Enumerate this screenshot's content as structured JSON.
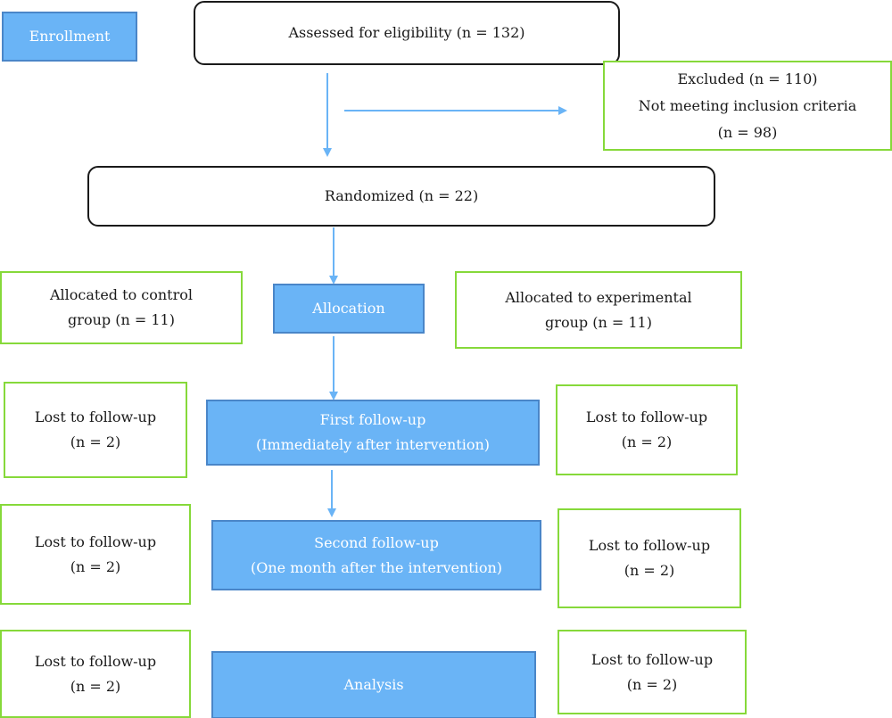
{
  "stages": {
    "enrollment": "Enrollment",
    "allocation": "Allocation",
    "first_follow_up": [
      "First follow-up",
      "(Immediately after intervention)"
    ],
    "second_follow_up": [
      "Second follow-up",
      "(One month after the intervention)"
    ],
    "analysis": "Analysis"
  },
  "assessed": "Assessed for eligibility (n = 132)",
  "excluded": [
    "Excluded (n = 110)",
    "Not meeting inclusion criteria",
    "(n = 98)"
  ],
  "randomized": "Randomized (n = 22)",
  "control": {
    "allocated": [
      "Allocated to control",
      "group (n = 11)"
    ],
    "lost_first": [
      "Lost to follow-up",
      "(n = 2)"
    ],
    "lost_second": [
      "Lost to follow-up",
      "(n = 2)"
    ],
    "lost_analysis": [
      "Lost to follow-up",
      "(n = 2)"
    ]
  },
  "experimental": {
    "allocated": [
      "Allocated to experimental",
      "group (n = 11)"
    ],
    "lost_first": [
      "Lost to follow-up",
      "(n = 2)"
    ],
    "lost_second": [
      "Lost to follow-up",
      "(n = 2)"
    ],
    "lost_analysis": [
      "Lost to follow-up",
      "(n = 2)"
    ]
  },
  "colors": {
    "stage_fill": "#6ab4f6",
    "group_border": "#86d93a",
    "arrow": "#6ab4f6"
  }
}
